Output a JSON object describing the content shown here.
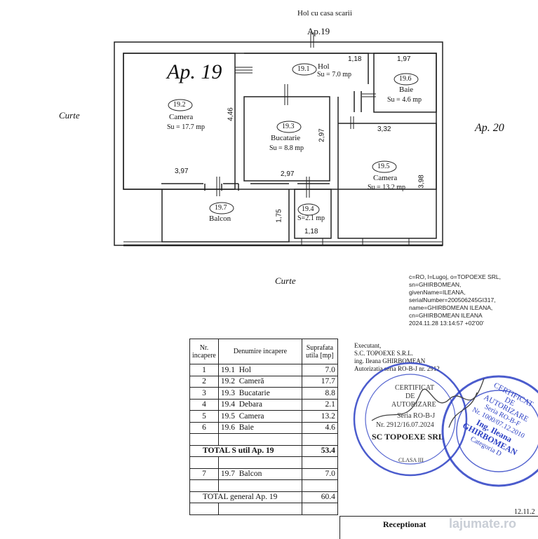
{
  "plan": {
    "top_label": "Hol cu casa scarii",
    "entry_label": "Ap.19",
    "apartment_title": "Ap. 19",
    "neighbor_label": "Ap. 20",
    "yard_left": "Curte",
    "yard_bottom": "Curte",
    "rooms": [
      {
        "id": "19.1",
        "name": "Hol",
        "area": "Su = 7.0 mp"
      },
      {
        "id": "19.2",
        "name": "Camera",
        "area": "Su = 17.7 mp"
      },
      {
        "id": "19.3",
        "name": "Bucatarie",
        "area": "Su = 8.8 mp"
      },
      {
        "id": "19.4",
        "name": "",
        "area": "S=2.1 mp"
      },
      {
        "id": "19.5",
        "name": "Camera",
        "area": "Su = 13.2 mp"
      },
      {
        "id": "19.6",
        "name": "Baie",
        "area": "Su = 4.6 mp"
      },
      {
        "id": "19.7",
        "name": "Balcon",
        "area": ""
      }
    ],
    "dims": [
      "1,18",
      "1,97",
      "4,46",
      "2,97",
      "3,32",
      "3,97",
      "2,97",
      "3,98",
      "1,75",
      "1,18"
    ]
  },
  "signature": [
    "c=RO, l=Lugoj, o=TOPOEXE SRL,",
    "sn=GHIRBOMEAN,",
    "givenName=ILEANA,",
    "serialNumber=200506245GI317,",
    "name=GHIRBOMEAN ILEANA,",
    "cn=GHIRBOMEAN ILEANA",
    "2024.11.28 13:14:57 +02'00'"
  ],
  "table": {
    "headers": [
      "Nr. incapere",
      "Denumire incapere",
      "Suprafata utila [mp]"
    ],
    "rows": [
      {
        "nr": "1",
        "code": "19.1",
        "name": "Hol",
        "area": "7.0"
      },
      {
        "nr": "2",
        "code": "19.2",
        "name": "Cameră",
        "area": "17.7"
      },
      {
        "nr": "3",
        "code": "19.3",
        "name": "Bucatarie",
        "area": "8.8"
      },
      {
        "nr": "4",
        "code": "19.4",
        "name": "Debara",
        "area": "2.1"
      },
      {
        "nr": "5",
        "code": "19.5",
        "name": "Camera",
        "area": "13.2"
      },
      {
        "nr": "6",
        "code": "19.6",
        "name": "Baie",
        "area": "4.6"
      }
    ],
    "total_util_label": "TOTAL  S util Ap. 19",
    "total_util_value": "53.4",
    "balcony": {
      "nr": "7",
      "code": "19.7",
      "name": "Balcon",
      "area": "7.0"
    },
    "total_general_label": "TOTAL  general Ap. 19",
    "total_general_value": "60.4"
  },
  "executant": {
    "line1": "Executant,",
    "line2": "S.C. TOPOEXE S.R.L.",
    "line3": "ing. Ileana GHIRBOMEAN",
    "line4": "Autorizatia seria RO-B-J nr. 2912"
  },
  "stamp1": {
    "title1": "CERTIFICAT",
    "title2": "DE",
    "title3": "AUTORIZARE",
    "serie": "Seria RO-B-J",
    "nr": "Nr. 2912/16.07.2024",
    "company": "SC TOPOEXE SRL",
    "clasa": "CLASA III"
  },
  "stamp2": {
    "title1": "CERTIFICAT",
    "title2": "DE",
    "title3": "AUTORIZARE",
    "serie": "Seria RO-B-F",
    "nr": "Nr. 1000/07.12.2010",
    "person1": "Ing. Ileana",
    "person2": "GHIRBOMEAN",
    "categorie": "Categoria D"
  },
  "footer": {
    "receptionat": "Receptionat",
    "date": "12.11.2",
    "watermark": "lajumate.ro"
  },
  "colors": {
    "stamp_blue": "#2b3fc4",
    "ink": "#111111"
  }
}
